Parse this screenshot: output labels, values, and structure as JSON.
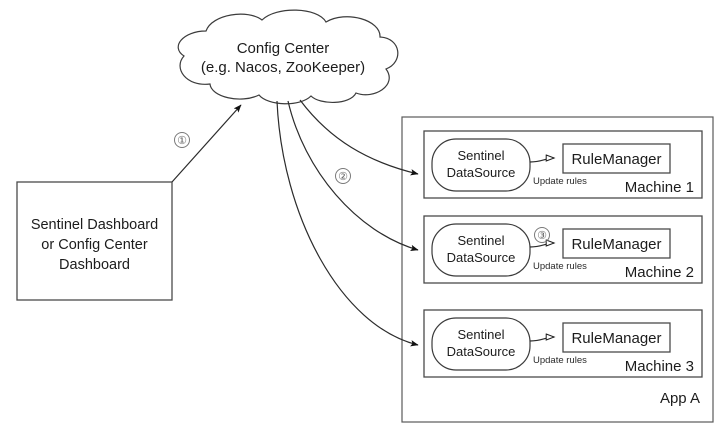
{
  "diagram": {
    "title": "Sentinel dynamic rule configuration flow",
    "background_color": "#ffffff",
    "stroke_color": "#1a1a1a",
    "cloud": {
      "line1": "Config Center",
      "line2": "(e.g. Nacos, ZooKeeper)"
    },
    "dashboard": {
      "line1": "Sentinel Dashboard",
      "line2": "or Config Center",
      "line3": "Dashboard"
    },
    "app_container": {
      "label": "App A"
    },
    "machines": [
      {
        "label": "Machine 1",
        "datasource_line1": "Sentinel",
        "datasource_line2": "DataSource",
        "rule_manager": "RuleManager",
        "update_label": "Update rules",
        "step_marker": ""
      },
      {
        "label": "Machine 2",
        "datasource_line1": "Sentinel",
        "datasource_line2": "DataSource",
        "rule_manager": "RuleManager",
        "update_label": "Update rules",
        "step_marker": "③"
      },
      {
        "label": "Machine 3",
        "datasource_line1": "Sentinel",
        "datasource_line2": "DataSource",
        "rule_manager": "RuleManager",
        "update_label": "Update rules",
        "step_marker": ""
      }
    ],
    "step_markers": {
      "one": "①",
      "two": "②",
      "three": "③"
    }
  }
}
